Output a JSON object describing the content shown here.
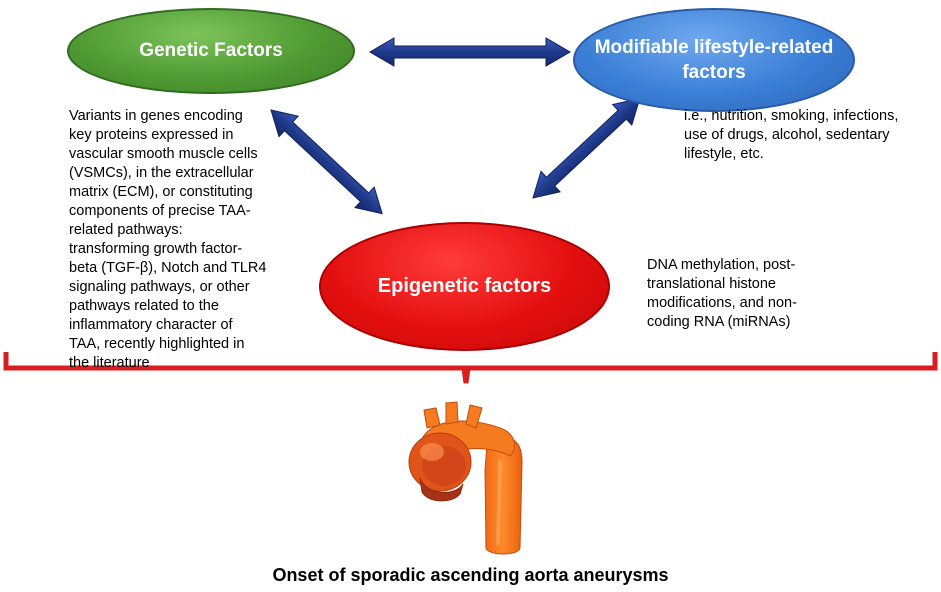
{
  "nodes": {
    "genetic": {
      "title": "Genetic Factors",
      "description": "Variants in genes encoding\nkey proteins expressed in\nvascular smooth muscle cells\n(VSMCs), in the extracellular\nmatrix (ECM), or constituting\ncomponents of precise TAA-\nrelated pathways:\ntransforming growth factor-\nbeta (TGF-β), Notch and TLR4\nsignaling pathways, or other\npathways related to the\ninflammatory character of\nTAA, recently highlighted in\nthe literature"
    },
    "lifestyle": {
      "title": "Modifiable lifestyle-related factors",
      "description": "i.e., nutrition, smoking, infections,\nuse of drugs, alcohol, sedentary\nlifestyle, etc."
    },
    "epigenetic": {
      "title": "Epigenetic factors",
      "description": "DNA methylation, post-\ntranslational histone\nmodifications, and non-\ncoding RNA (miRNAs)"
    }
  },
  "caption": "Onset of  sporadic ascending aorta aneurysms",
  "colors": {
    "genetic": "#4f9a33",
    "lifestyle": "#3b7fd6",
    "epigenetic": "#e30f0f",
    "arrow": "#1f3a8a",
    "bracket": "#d81e1e",
    "aorta": "#f47b20"
  }
}
